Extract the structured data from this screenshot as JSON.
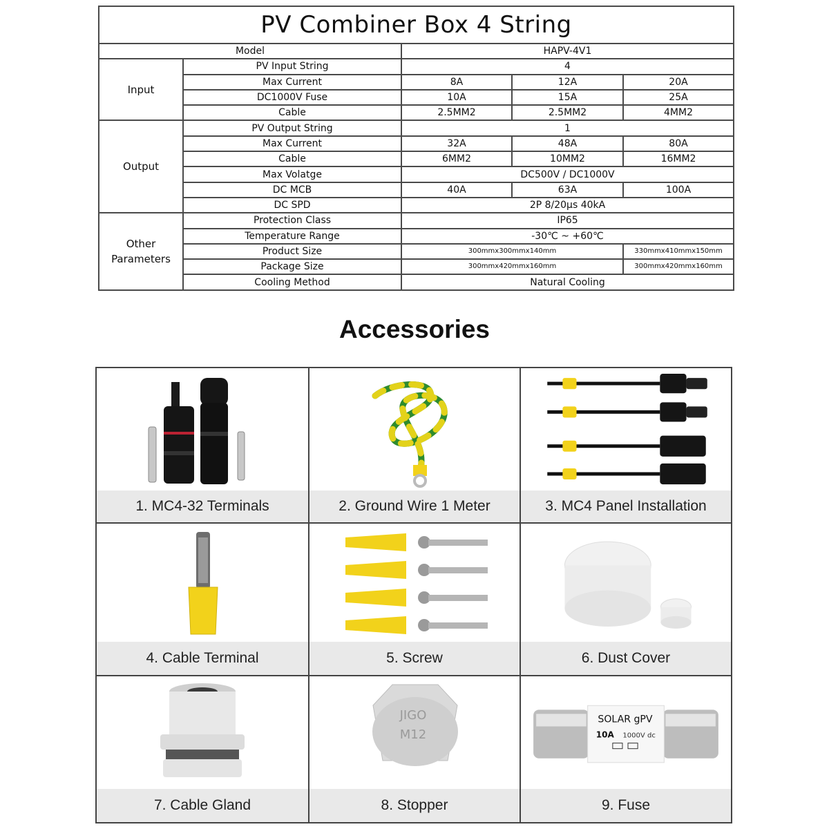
{
  "spec_table": {
    "title": "PV Combiner Box 4 String",
    "model_label": "Model",
    "model_value": "HAPV-4V1",
    "groups": {
      "input": "Input",
      "output": "Output",
      "other": "Other Parameters"
    },
    "input_rows": [
      {
        "label": "PV Input String",
        "values": [
          "4"
        ]
      },
      {
        "label": "Max Current",
        "values": [
          "8A",
          "12A",
          "20A"
        ]
      },
      {
        "label": "DC1000V Fuse",
        "values": [
          "10A",
          "15A",
          "25A"
        ]
      },
      {
        "label": "Cable",
        "values": [
          "2.5MM2",
          "2.5MM2",
          "4MM2"
        ]
      }
    ],
    "output_rows": [
      {
        "label": "PV Output String",
        "values": [
          "1"
        ]
      },
      {
        "label": "Max Current",
        "values": [
          "32A",
          "48A",
          "80A"
        ]
      },
      {
        "label": "Cable",
        "values": [
          "6MM2",
          "10MM2",
          "16MM2"
        ]
      },
      {
        "label": "Max Volatge",
        "values": [
          "DC500V / DC1000V"
        ]
      },
      {
        "label": "DC MCB",
        "values": [
          "40A",
          "63A",
          "100A"
        ]
      },
      {
        "label": "DC SPD",
        "values": [
          "2P 8/20μs 40kA"
        ]
      }
    ],
    "other_rows": [
      {
        "label": "Protection Class",
        "values": [
          "IP65"
        ]
      },
      {
        "label": "Temperature Range",
        "values": [
          "-30℃ ~ +60℃"
        ]
      },
      {
        "label": "Product Size",
        "values": [
          "300mmx300mmx140mm",
          "330mmx410mmx150mm"
        ]
      },
      {
        "label": "Package Size",
        "values": [
          "300mmx420mmx160mm",
          "300mmx420mmx160mm"
        ]
      },
      {
        "label": "Cooling Method",
        "values": [
          "Natural Cooling"
        ]
      }
    ]
  },
  "accessories": {
    "title": "Accessories",
    "items": [
      {
        "caption": "1. MC4-32 Terminals",
        "icon": "mc4-terminals-icon"
      },
      {
        "caption": "2.  Ground Wire 1 Meter",
        "icon": "ground-wire-icon"
      },
      {
        "caption": "3. MC4 Panel Installation",
        "icon": "mc4-panel-icon"
      },
      {
        "caption": "4. Cable Terminal",
        "icon": "cable-terminal-icon"
      },
      {
        "caption": "5. Screw",
        "icon": "screw-icon"
      },
      {
        "caption": "6. Dust Cover",
        "icon": "dust-cover-icon"
      },
      {
        "caption": "7. Cable Gland",
        "icon": "cable-gland-icon"
      },
      {
        "caption": "8. Stopper",
        "icon": "stopper-icon"
      },
      {
        "caption": "9. Fuse",
        "icon": "fuse-icon"
      }
    ],
    "stopper_marks": [
      "JIGO",
      "M12"
    ],
    "fuse_marks": {
      "brand": "SOLAR gPV",
      "rating": "10A",
      "voltage": "1000V dc"
    }
  },
  "colors": {
    "border": "#4a4a4a",
    "caption_bg": "#e9e9e9",
    "wire_green": "#2e8b2e",
    "wire_yellow": "#e3d21a",
    "plastic_yellow": "#f2d21b",
    "connector_black": "#151515",
    "gland_grey": "#e4e4e4"
  }
}
